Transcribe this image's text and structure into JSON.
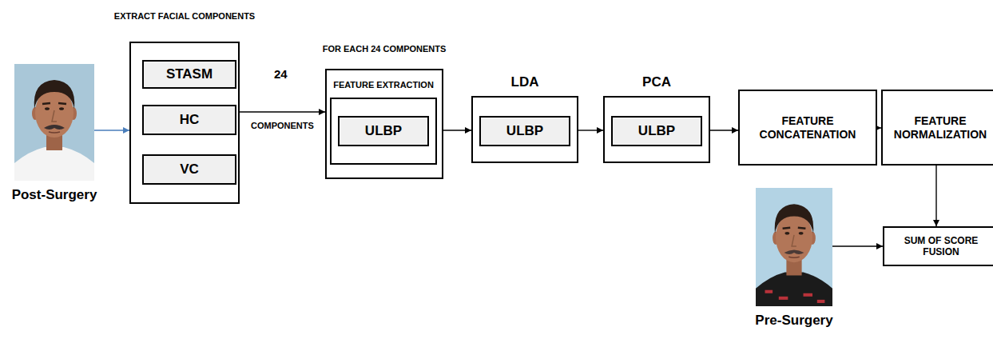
{
  "diagram": {
    "nodes": [
      {
        "text": [
          "Post-Surgery"
        ]
      },
      {
        "text": [
          "EXTRACT FACIAL COMPONENTS"
        ]
      },
      {
        "text": [
          "STASM"
        ],
        "in": 1
      },
      {
        "text": [
          "HC"
        ],
        "in": 1
      },
      {
        "text": [
          "VC"
        ],
        "in": 1
      },
      {
        "text": [
          "FOR EACH 24 COMPONENTS"
        ]
      },
      {
        "text": [
          "FEATURE EXTRACTION"
        ],
        "in": 5
      },
      {
        "text": [
          "ULBP"
        ],
        "in": 6
      },
      {
        "text": [
          "LDA"
        ]
      },
      {
        "text": [
          "ULBP"
        ],
        "in": 8
      },
      {
        "text": [
          "PCA"
        ]
      },
      {
        "text": [
          "ULBP"
        ],
        "in": 10
      },
      {
        "text": [
          "FEATURE CONCATENATION"
        ]
      },
      {
        "text": [
          "FEATURE NORMALIZATION"
        ]
      },
      {
        "text": [
          "Pre-Surgery"
        ]
      },
      {
        "text": [
          "SUM OF SCORE FUSION"
        ]
      }
    ],
    "edges": [
      {
        "from": 0,
        "to": 1,
        "arrow": "to"
      },
      {
        "from": 1,
        "to": 5,
        "arrow": "to"
      },
      {
        "from": 5,
        "to": 8,
        "arrow": "to"
      },
      {
        "from": 8,
        "to": 10,
        "arrow": "to"
      },
      {
        "from": 10,
        "to": 12,
        "arrow": "to"
      },
      {
        "from": 12,
        "to": 13,
        "arrow": "to"
      },
      {
        "from": 13,
        "to": 15,
        "arrow": "to"
      },
      {
        "from": 14,
        "to": 15,
        "arrow": "to"
      }
    ],
    "labels": [
      "24",
      "COMPONENTS"
    ]
  }
}
